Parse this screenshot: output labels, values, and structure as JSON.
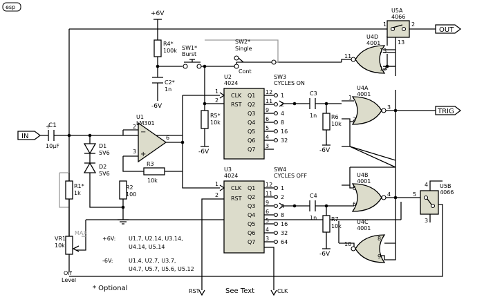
{
  "logo": "esp",
  "supplies": {
    "pos": "+6V",
    "neg": "-6V"
  },
  "ports": {
    "in": "IN",
    "out": "OUT",
    "trig": "TRIG",
    "rst": "RST",
    "clk": "CLK",
    "see_text": "See Text"
  },
  "parts": {
    "C1": [
      "C1",
      "10µF"
    ],
    "D1": [
      "D1",
      "5V6"
    ],
    "D2": [
      "D2",
      "5V6"
    ],
    "R1": [
      "R1",
      "1k"
    ],
    "VR1": [
      "VR1",
      "10k",
      "MAX",
      "Off",
      "Level"
    ],
    "U1": [
      "U1",
      "LM301"
    ],
    "R2": [
      "R2",
      "100"
    ],
    "R3": [
      "R3",
      "10k"
    ],
    "R4": [
      "R4",
      "100k"
    ],
    "C2": [
      "C2",
      "1n"
    ],
    "SW1": [
      "SW1",
      "Burst"
    ],
    "SW2": [
      "SW2",
      "Single",
      "Cont"
    ],
    "R5": [
      "R5",
      "10k"
    ],
    "U2": [
      "U2",
      "4024"
    ],
    "U3": [
      "U3",
      "4024"
    ],
    "SW3": [
      "SW3",
      "CYCLES ON"
    ],
    "SW4": [
      "SW4",
      "CYCLES OFF"
    ],
    "C3": [
      "C3",
      "1n"
    ],
    "C4": [
      "C4",
      "1n"
    ],
    "R6": [
      "R6",
      "10k"
    ],
    "R7": [
      "R7",
      "10k"
    ],
    "U4A": [
      "U4A",
      "4001"
    ],
    "U4B": [
      "U4B",
      "4001"
    ],
    "U4C": [
      "U4C",
      "4001"
    ],
    "U4D": [
      "U4D",
      "4001"
    ],
    "U5A": [
      "U5A",
      "4066"
    ],
    "U5B": [
      "U5B",
      "4066"
    ]
  },
  "star": "*",
  "counter_pins": {
    "clk": "CLK",
    "rst": "RST",
    "outputs": [
      "Q1",
      "Q2",
      "Q3",
      "Q4",
      "Q5",
      "Q6",
      "Q7"
    ]
  },
  "pins": {
    "u2_left": [
      "1",
      "2"
    ],
    "u2_right": [
      "12",
      "11",
      "9",
      "6",
      "5",
      "4",
      "3"
    ],
    "u3_left": [
      "1",
      "2"
    ],
    "u3_right": [
      "12",
      "11",
      "9",
      "6",
      "5",
      "4",
      "3"
    ],
    "sw3": [
      "1",
      "2",
      "4",
      "8",
      "16",
      "32"
    ],
    "sw4": [
      "1",
      "2",
      "4",
      "8",
      "16",
      "32",
      "64"
    ],
    "u1": [
      "2",
      "3",
      "6"
    ],
    "u4a": [
      "1",
      "2",
      "3"
    ],
    "u4b": [
      "5",
      "6",
      "4"
    ],
    "u4c": [
      "8",
      "9",
      "10"
    ],
    "u4d": [
      "13",
      "12",
      "11"
    ],
    "u5a": [
      "1",
      "2",
      "13"
    ],
    "u5b": [
      "4",
      "5",
      "3"
    ]
  },
  "power_notes": {
    "pos_label": "+6V:",
    "pos_pins": [
      "U1.7, U2.14, U3.14,",
      "U4.14, U5.14"
    ],
    "neg_label": "-6V:",
    "neg_pins": [
      "U1.4, U2.7, U3.7,",
      "U4.7, U5.7, U5.6, U5.12"
    ]
  },
  "optional_note": "* Optional"
}
